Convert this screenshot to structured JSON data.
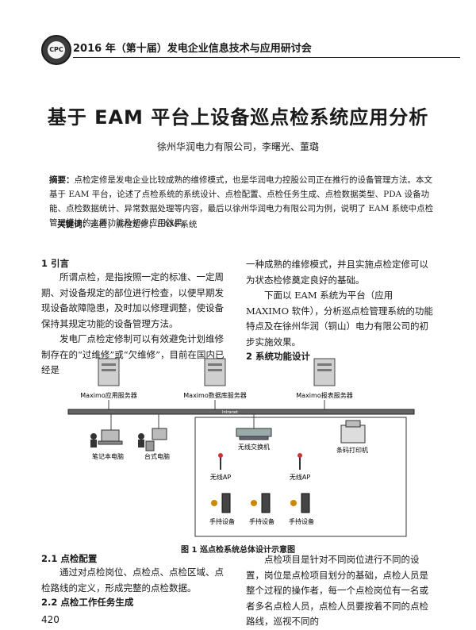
{
  "header": {
    "logo_text": "CPC",
    "conference": "2016 年（第十届）发电企业信息技术与应用研讨会"
  },
  "paper": {
    "title": "基于 EAM 平台上设备巡点检系统应用分析",
    "authors": "徐州华润电力有限公司，李曙光、董璐",
    "abstract_label": "摘要：",
    "abstract": "点检定修是发电企业比较成熟的维修模式，也是华润电力控股公司正在推行的设备管理方法。本文基于 EAM 平台，论述了点检系统的系统设计、点检配置、点检任务生成、点检数据类型、PDA 设备功能、点检数据统计、异常数据处理等内容，最后以徐州华润电力有限公司为例，说明了 EAM 系统中点检管理模块的主要功能及初步应用效果。",
    "keywords_label": "关键词：",
    "keywords": "巡检；点检定修；EAM 系统"
  },
  "left_column": {
    "s1_heading": "1  引言",
    "p1": "所谓点检，是指按照一定的标准、一定周期、对设备规定的部位进行检查，以便早期发现设备故障隐患，及时加以修理调整，使设备保持其规定功能的设备管理方法。",
    "p2": "发电厂点检定修制可以有效避免计划维修制存在的“过维修”或“欠维修”，目前在国内已经是"
  },
  "right_column": {
    "p1": "一种成熟的维修模式，并且实施点检定修可以为状态检修奠定良好的基础。",
    "p2": "下面以 EAM 系统为平台（应用 MAXIMO 软件），分析巡点检管理系统的功能特点及在徐州华润（铜山）电力有限公司的初步实施效果。",
    "s2_heading": "2  系统功能设计"
  },
  "figure": {
    "servers": [
      "Maximo应用服务器",
      "Maximo数据库服务器",
      "Maximo报表服务器"
    ],
    "network": "Intranet",
    "laptop": "笔记本电脑",
    "desktop": "台式电脑",
    "switch": "无线交换机",
    "printer": "条码打印机",
    "ap": "无线AP",
    "handheld": "手持设备",
    "caption": "图 1   巡点检系统总体设计示意图"
  },
  "bottom": {
    "s21_heading": "2.1  点检配置",
    "s21_text": "通过对点检岗位、点检点、点检区域、点检路线的定义，形成完整的点检数据。",
    "s22_heading": "2.2  点检工作任务生成",
    "right_text": "点检项目是针对不同岗位进行不同的设置，岗位是点检项目划分的基础，点检人员是整个过程的操作者，每一个点检岗位有一名或者多名点检人员，点检人员要按着不同的点检路线，巡视不同的",
    "page_number": "420"
  }
}
